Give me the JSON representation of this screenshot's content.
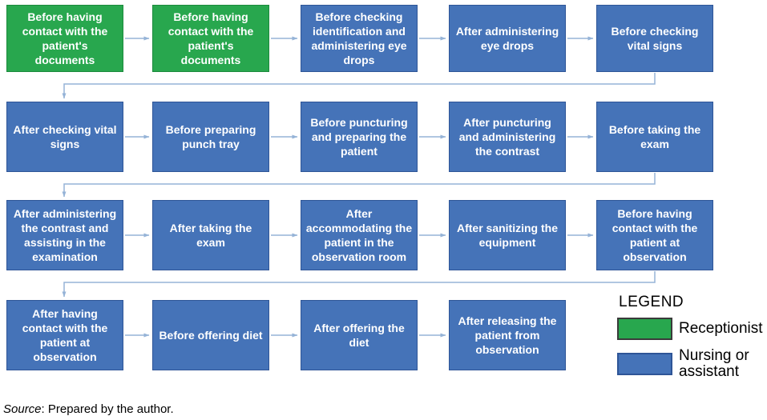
{
  "flow": {
    "boxes": [
      {
        "row": 1,
        "col": 1,
        "role": "receptionist",
        "label": "Before having contact with the patient's documents"
      },
      {
        "row": 1,
        "col": 2,
        "role": "receptionist",
        "label": "Before having contact with the patient's documents"
      },
      {
        "row": 1,
        "col": 3,
        "role": "nursing",
        "label": "Before checking identification and administering eye drops"
      },
      {
        "row": 1,
        "col": 4,
        "role": "nursing",
        "label": "After administering eye drops"
      },
      {
        "row": 1,
        "col": 5,
        "role": "nursing",
        "label": "Before checking vital signs"
      },
      {
        "row": 2,
        "col": 1,
        "role": "nursing",
        "label": "After checking vital signs"
      },
      {
        "row": 2,
        "col": 2,
        "role": "nursing",
        "label": "Before preparing punch tray"
      },
      {
        "row": 2,
        "col": 3,
        "role": "nursing",
        "label": "Before puncturing and preparing the patient"
      },
      {
        "row": 2,
        "col": 4,
        "role": "nursing",
        "label": "After puncturing and administering the contrast"
      },
      {
        "row": 2,
        "col": 5,
        "role": "nursing",
        "label": "Before taking the exam"
      },
      {
        "row": 3,
        "col": 1,
        "role": "nursing",
        "label": "After administering the contrast and assisting in the examination"
      },
      {
        "row": 3,
        "col": 2,
        "role": "nursing",
        "label": "After taking the exam"
      },
      {
        "row": 3,
        "col": 3,
        "role": "nursing",
        "label": "After accommodating the patient in the observation room"
      },
      {
        "row": 3,
        "col": 4,
        "role": "nursing",
        "label": "After sanitizing the equipment"
      },
      {
        "row": 3,
        "col": 5,
        "role": "nursing",
        "label": "Before having contact with the patient at observation"
      },
      {
        "row": 4,
        "col": 1,
        "role": "nursing",
        "label": "After having contact with the patient at observation"
      },
      {
        "row": 4,
        "col": 2,
        "role": "nursing",
        "label": "Before offering diet"
      },
      {
        "row": 4,
        "col": 3,
        "role": "nursing",
        "label": "After offering the diet"
      },
      {
        "row": 4,
        "col": 4,
        "role": "nursing",
        "label": "After releasing the patient from observation"
      }
    ]
  },
  "legend": {
    "title": "LEGEND",
    "items": [
      {
        "role": "receptionist",
        "label": "Receptionist"
      },
      {
        "role": "nursing",
        "label": "Nursing or assistant"
      }
    ]
  },
  "source_note": {
    "label": "Source",
    "text": ": Prepared by the author."
  },
  "colors": {
    "receptionist": "#28A74E",
    "receptionist_border": "#1B8A3C",
    "nursing": "#4573B8",
    "nursing_border": "#2E5597",
    "connector": "#95B3D7",
    "box_text": "#FFFFFF",
    "legend_text": "#000000"
  }
}
